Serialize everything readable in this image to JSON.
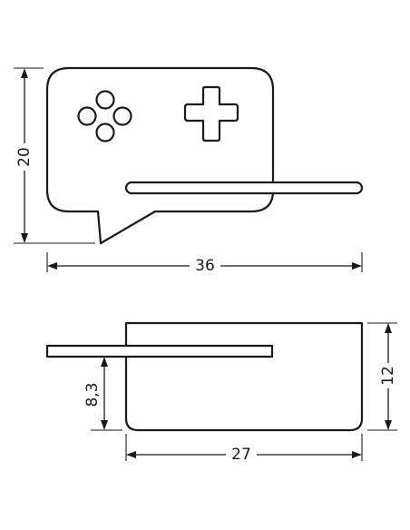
{
  "dimensions": {
    "front_height": "20",
    "front_width": "36",
    "side_depth": "12",
    "shelf_height": "8,3",
    "bottom_width": "27"
  }
}
